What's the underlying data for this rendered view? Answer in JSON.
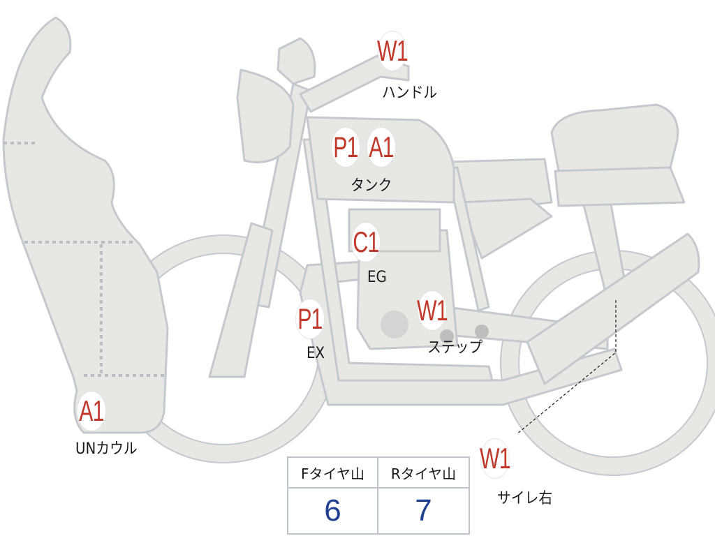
{
  "colors": {
    "code_red": "#c0392b",
    "value_blue": "#1f3f8f",
    "body_fill": "#e7e7e4",
    "outline": "#c4c8cf",
    "dotted": "#b9bdc4"
  },
  "markers": {
    "handle": {
      "code": "W1",
      "label": "ハンドル"
    },
    "tank_p": {
      "code": "P1"
    },
    "tank_a": {
      "code": "A1",
      "label": "タンク"
    },
    "engine": {
      "code": "C1",
      "label": "EG"
    },
    "exhaust": {
      "code": "P1",
      "label": "EX"
    },
    "step": {
      "code": "W1",
      "label": "ステップ"
    },
    "under_cowl": {
      "code": "A1",
      "label": "UNカウル"
    },
    "silencer": {
      "code": "W1",
      "label": "サイレ右"
    }
  },
  "tread_table": {
    "front_header": "Fタイヤ山",
    "rear_header": "Rタイヤ山",
    "front_value": "6",
    "rear_value": "7"
  }
}
